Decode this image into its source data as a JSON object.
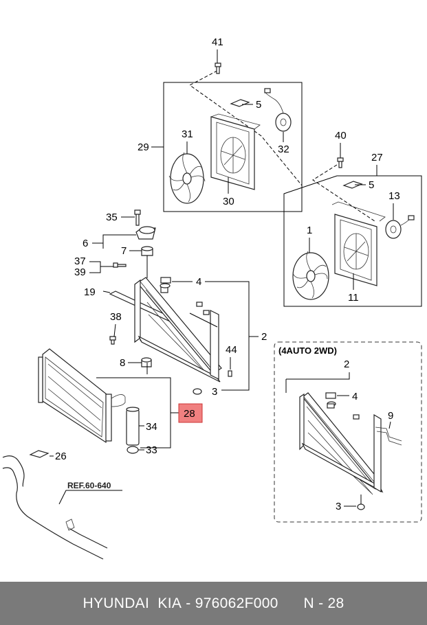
{
  "diagram": {
    "callouts": [
      "41",
      "5",
      "32",
      "31",
      "29",
      "30",
      "40",
      "27",
      "5",
      "13",
      "1",
      "11",
      "35",
      "6",
      "7",
      "37",
      "39",
      "4",
      "19",
      "2",
      "38",
      "44",
      "8",
      "3",
      "28",
      "34",
      "33",
      "26"
    ],
    "highlighted_callout": "28",
    "ref_label": "REF.60-640",
    "inset": {
      "title": "(4AUTO 2WD)",
      "callouts": [
        "2",
        "4",
        "9",
        "3"
      ]
    },
    "highlight_color": "#f08080"
  },
  "footer": {
    "brand": "HYUNDAI  KIA",
    "separator": " - ",
    "part_number": "976062F000",
    "gap": "      ",
    "ref": "N - 28"
  }
}
